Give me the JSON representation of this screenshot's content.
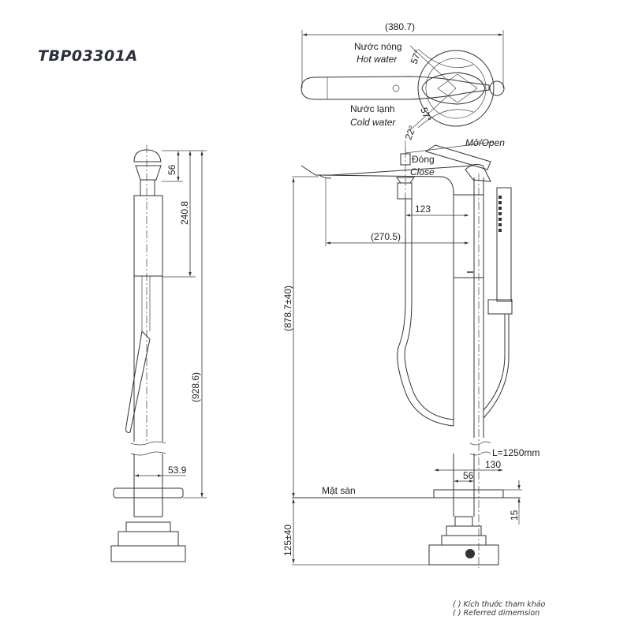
{
  "title": "TBP03301A",
  "top_view": {
    "overall_width": "(380.7)",
    "hot_label_vi": "Nước nóng",
    "hot_label_en": "Hot water",
    "hot_angle": "57°",
    "cold_label_vi": "Nước lạnh",
    "cold_label_en": "Cold water",
    "cold_angle": "57°",
    "tilt_angle": "22°"
  },
  "front_view": {
    "open_label": "Mở/Open",
    "close_label_vi": "Đóng",
    "close_label_en": "Close",
    "dim_123": "123",
    "dim_270": "(270.5)",
    "dim_height": "(878.7±40)",
    "hose_length": "L=1250mm",
    "dim_130": "130",
    "dim_56": "56",
    "floor_label": "Mặt sàn",
    "dim_15": "15",
    "dim_below_floor": "125±40"
  },
  "side_view": {
    "dim_56": "56",
    "dim_240": "240.8",
    "dim_928": "(928.6)",
    "dim_53": "53.9"
  },
  "notes": {
    "line1": "( ) Kích thước tham khảo",
    "line2": "( ) Referred dimemsion"
  }
}
